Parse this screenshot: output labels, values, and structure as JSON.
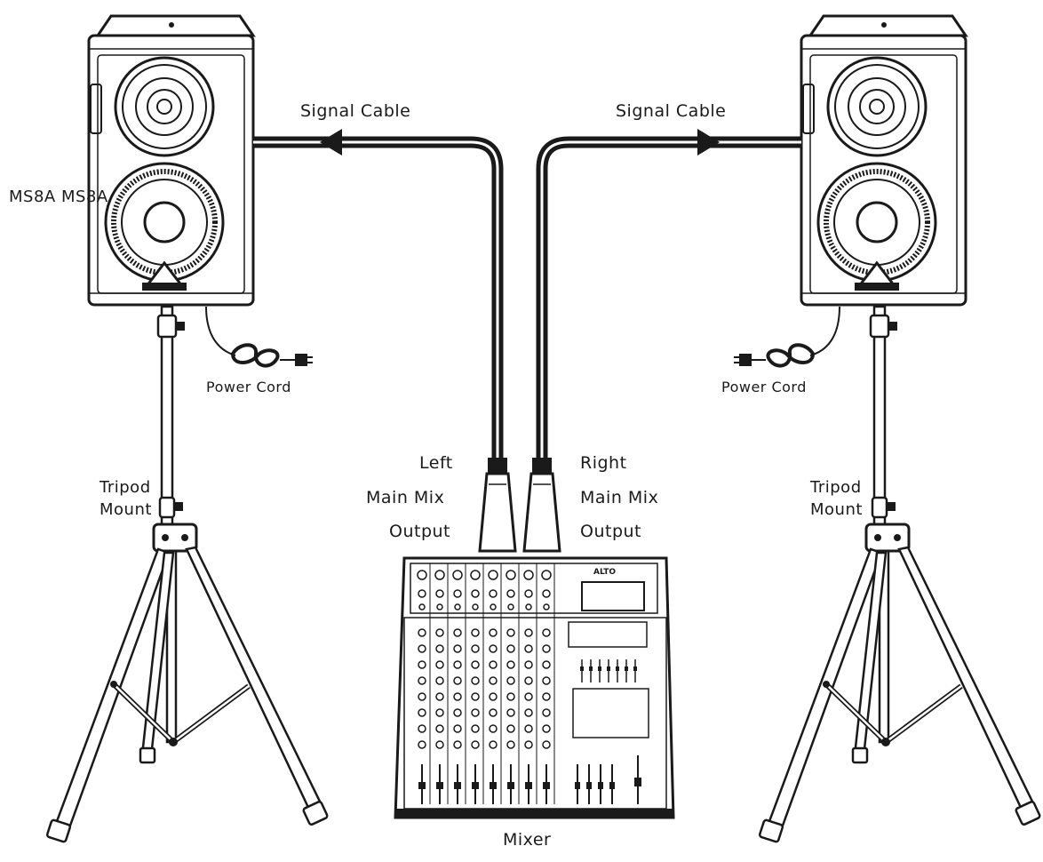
{
  "labels": {
    "signal_cable_left": "Signal Cable",
    "signal_cable_right": "Signal Cable",
    "speaker_model": "MS8A MS8A",
    "power_cord_left": "Power Cord",
    "power_cord_right": "Power Cord",
    "tripod_mount_left_line1": "Tripod",
    "tripod_mount_left_line2": "Mount",
    "tripod_mount_right_line1": "Tripod",
    "tripod_mount_right_line2": "Mount",
    "left_output_line1": "Left",
    "left_output_line2": "Main Mix",
    "left_output_line3": "Output",
    "right_output_line1": "Right",
    "right_output_line2": "Main Mix",
    "right_output_line3": "Output",
    "mixer": "Mixer",
    "mixer_brand": "ALTO"
  },
  "colors": {
    "line": "#1a1a1a",
    "background": "#ffffff"
  }
}
